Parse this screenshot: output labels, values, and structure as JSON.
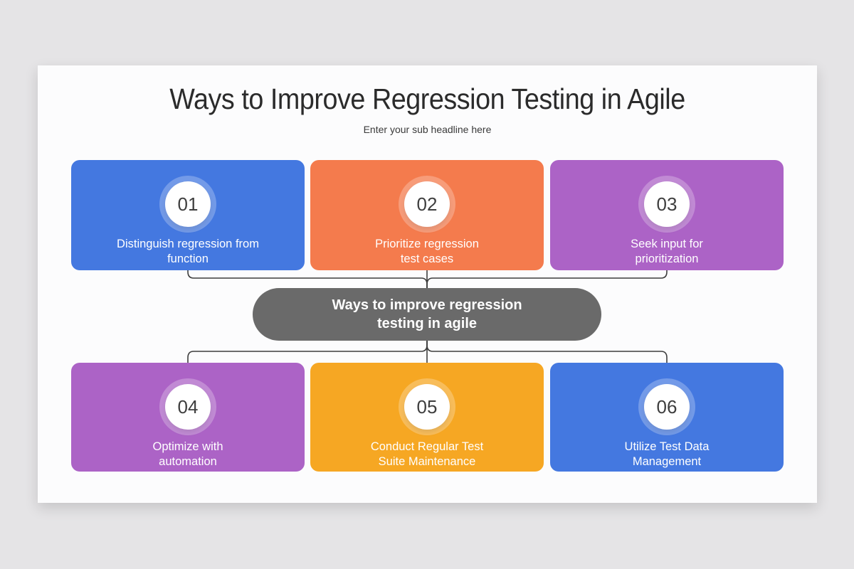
{
  "page": {
    "background_color": "#e5e4e6",
    "slide_color": "#fcfcfd"
  },
  "header": {
    "title": "Ways to Improve Regression Testing in Agile",
    "subtitle": "Enter your sub headline here"
  },
  "center_node": {
    "label": "Ways to improve regression\ntesting in agile",
    "color": "#6a6a6a"
  },
  "cards": [
    {
      "number": "01",
      "label": "Distinguish regression from\nfunction",
      "color": "#4478e0"
    },
    {
      "number": "02",
      "label": "Prioritize regression\ntest cases",
      "color": "#f47b4d"
    },
    {
      "number": "03",
      "label": "Seek input for\nprioritization",
      "color": "#ac63c6"
    },
    {
      "number": "04",
      "label": "Optimize with\nautomation",
      "color": "#ac63c6"
    },
    {
      "number": "05",
      "label": "Conduct Regular Test\nSuite Maintenance",
      "color": "#f6a723"
    },
    {
      "number": "06",
      "label": "Utilize Test Data\nManagement",
      "color": "#4478e0"
    }
  ],
  "connector_color": "#3d3d3d",
  "circle_number_color": "#3e3e3e"
}
